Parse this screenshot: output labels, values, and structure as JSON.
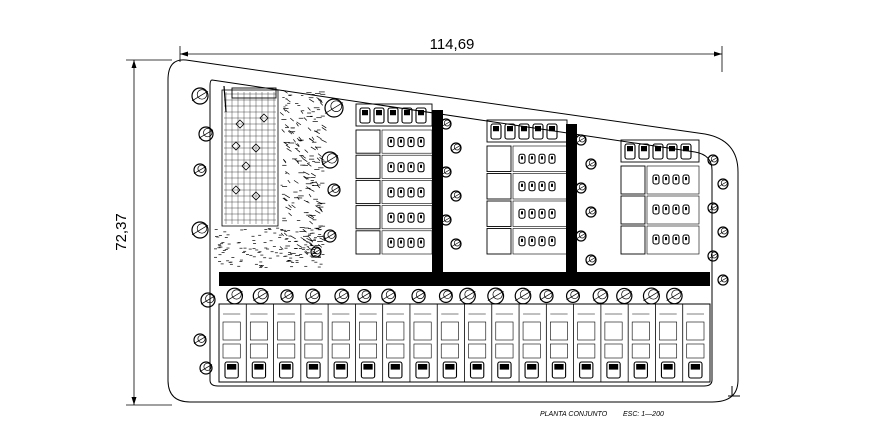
{
  "drawing": {
    "dim_width": "114,69",
    "dim_height": "72,37",
    "caption": "PLANTA CONJUNTO",
    "scale": "ESC: 1—200"
  },
  "icons": {
    "tree": "tree-symbol-icon",
    "car": "car-symbol-icon",
    "north": "north-arrow-icon"
  },
  "colors": {
    "ink": "#000000",
    "paper": "#ffffff"
  }
}
